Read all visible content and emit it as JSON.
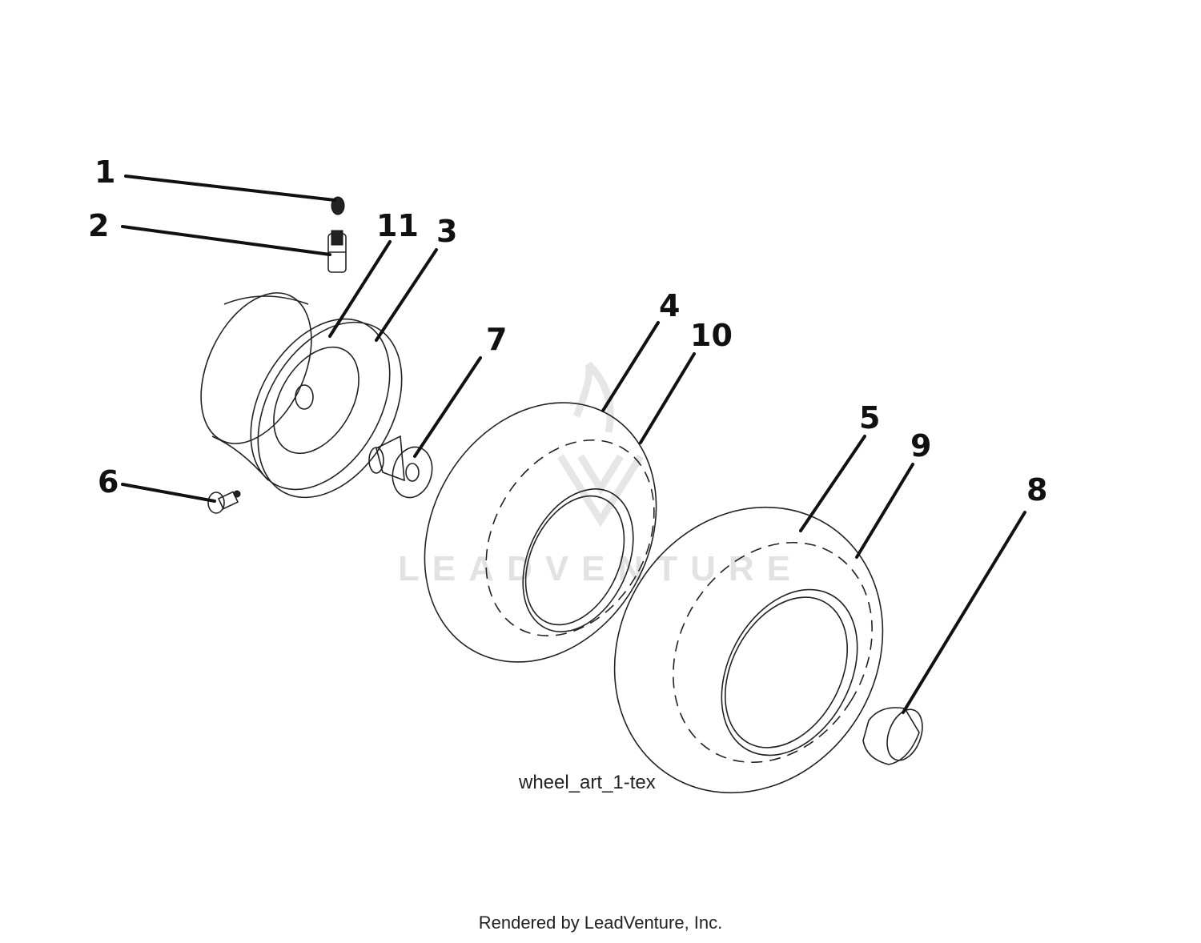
{
  "callouts": [
    "1",
    "2",
    "3",
    "4",
    "5",
    "6",
    "7",
    "8",
    "9",
    "10",
    "11"
  ],
  "art_label": "wheel_art_1-tex",
  "footer_text": "Rendered by LeadVenture, Inc.",
  "watermark_text": "LEADVENTURE",
  "colors": {
    "line": "#222222",
    "watermark": "#e2e2e2",
    "background": "#ffffff"
  }
}
